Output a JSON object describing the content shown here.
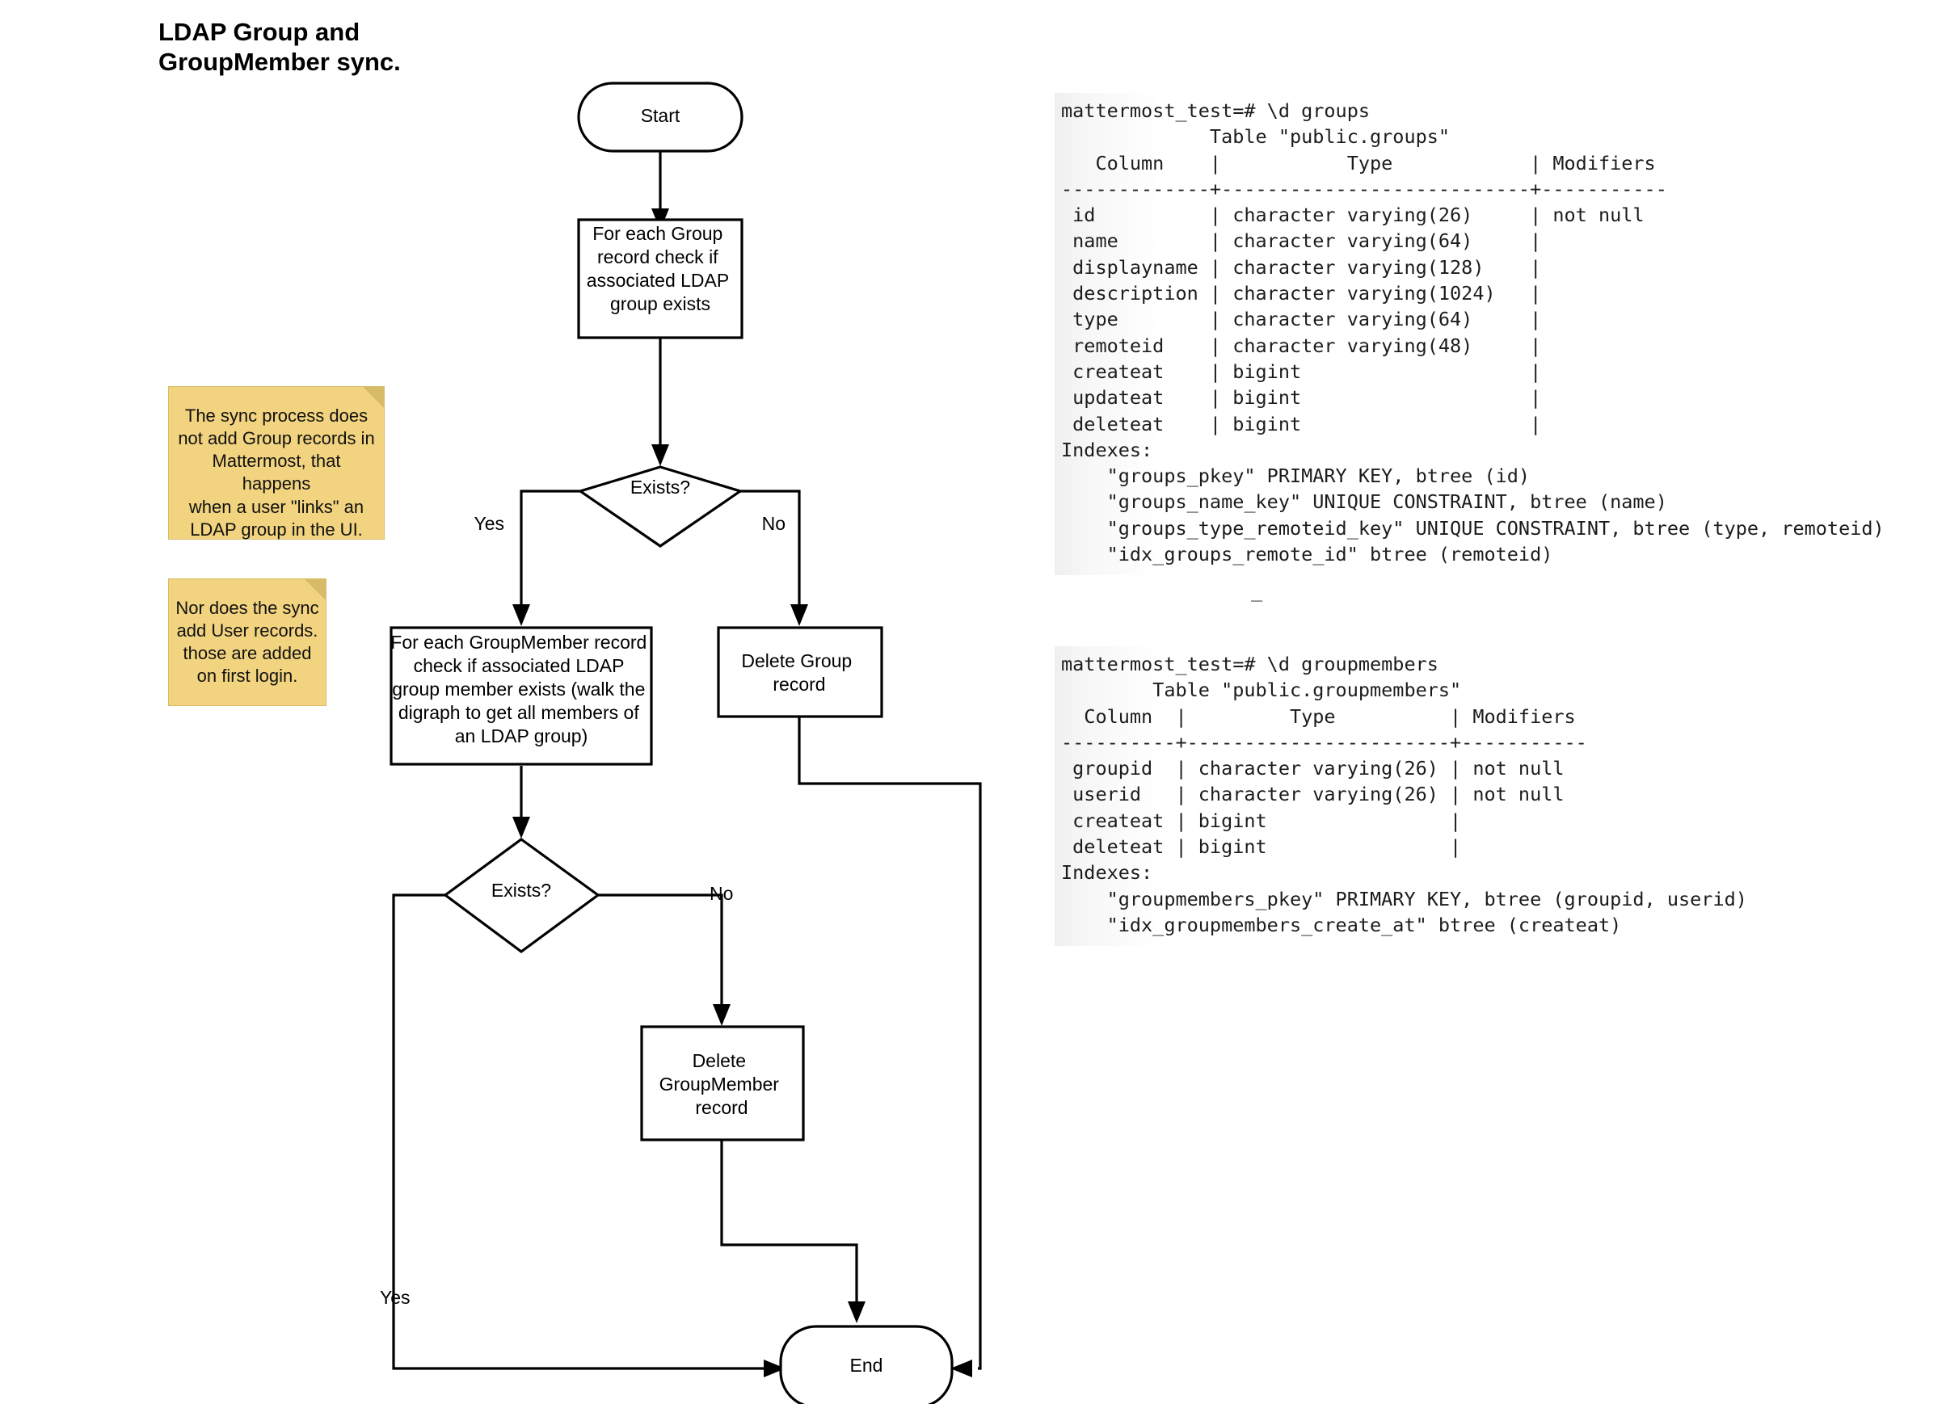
{
  "title": "LDAP Group and\nGroupMember sync.",
  "flowchart": {
    "nodes": {
      "start": "Start",
      "check_group": "For each Group\nrecord check if\nassociated LDAP\ngroup exists",
      "exists_group": "Exists?",
      "check_member": "For each GroupMember record\ncheck if associated LDAP\ngroup member exists (walk the\ndigraph to get all members of\nan LDAP group)",
      "delete_group": "Delete Group\nrecord",
      "exists_member": "Exists?",
      "delete_member": "Delete\nGroupMember\nrecord",
      "end": "End"
    },
    "edge_labels": {
      "group_yes": "Yes",
      "group_no": "No",
      "member_no": "No",
      "member_yes": "Yes"
    }
  },
  "notes": [
    {
      "id": "note-sync",
      "text": "The sync process does\nnot add Group records in\nMattermost, that happens\nwhen a user \"links\" an\nLDAP group in the UI."
    },
    {
      "id": "note-user",
      "text": "Nor does the sync\nadd User records.\nthose are added\non first login."
    }
  ],
  "terminals": [
    {
      "id": "term-groups",
      "prompt": "mattermost_test=# \\d groups",
      "lines": [
        "mattermost_test=# \\d groups",
        "             Table \"public.groups\"",
        "   Column    |           Type            | Modifiers ",
        "-------------+---------------------------+-----------",
        " id          | character varying(26)     | not null",
        " name        | character varying(64)     |",
        " displayname | character varying(128)    |",
        " description | character varying(1024)   |",
        " type        | character varying(64)     |",
        " remoteid    | character varying(48)     |",
        " createat    | bigint                    |",
        " updateat    | bigint                    |",
        " deleteat    | bigint                    |",
        "Indexes:",
        "    \"groups_pkey\" PRIMARY KEY, btree (id)",
        "    \"groups_name_key\" UNIQUE CONSTRAINT, btree (name)",
        "    \"groups_type_remoteid_key\" UNIQUE CONSTRAINT, btree (type, remoteid)",
        "    \"idx_groups_remote_id\" btree (remoteid)"
      ],
      "cursor": "_"
    },
    {
      "id": "term-groupmembers",
      "prompt": "mattermost_test=# \\d groupmembers",
      "lines": [
        "mattermost_test=# \\d groupmembers",
        "        Table \"public.groupmembers\"",
        "  Column  |         Type          | Modifiers ",
        "----------+-----------------------+-----------",
        " groupid  | character varying(26) | not null",
        " userid   | character varying(26) | not null",
        " createat | bigint                |",
        " deleteat | bigint                |",
        "Indexes:",
        "    \"groupmembers_pkey\" PRIMARY KEY, btree (groupid, userid)",
        "    \"idx_groupmembers_create_at\" btree (createat)"
      ],
      "cursor": ""
    }
  ],
  "colors": {
    "note_fill": "#f2d37f",
    "note_fold": "#d8bb69",
    "stroke": "#000000",
    "background": "#ffffff"
  }
}
